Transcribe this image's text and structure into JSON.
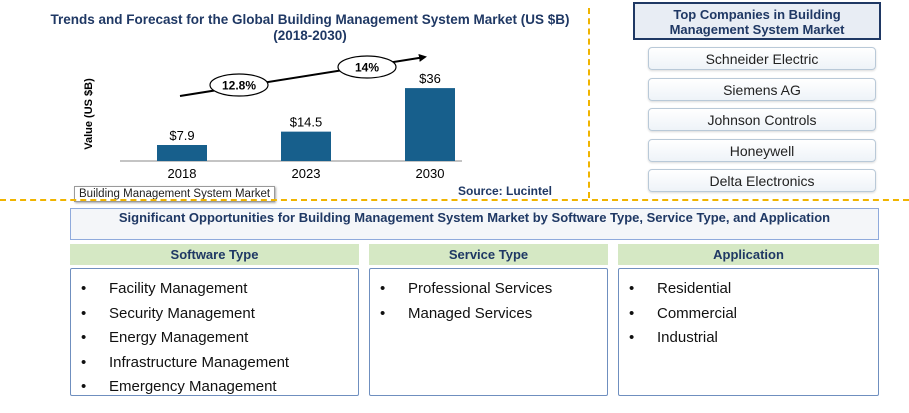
{
  "chart_data": {
    "type": "bar",
    "title": "Trends and Forecast for the Global Building Management System Market (US $B) (2018-2030)",
    "ylabel": "Value (US $B)",
    "categories": [
      "2018",
      "2023",
      "2030"
    ],
    "values": [
      7.9,
      14.5,
      36
    ],
    "data_labels": [
      "$7.9",
      "$14.5",
      "$36"
    ],
    "cagr_labels": [
      "12.8%",
      "14%"
    ],
    "bar_color": "#175f8c",
    "ylim": [
      0,
      40
    ]
  },
  "source": "Source: Lucintel",
  "tooltip": "Building Management System Market",
  "companies": {
    "title": "Top Companies in Building Management System Market",
    "list": [
      "Schneider Electric",
      "Siemens AG",
      "Johnson Controls",
      "Honeywell",
      "Delta Electronics"
    ]
  },
  "opportunities": {
    "title": "Significant Opportunities for Building Management System Market by Software Type, Service Type, and Application",
    "columns": [
      {
        "heading": "Software Type",
        "items": [
          "Facility Management",
          "Security Management",
          "Energy Management",
          "Infrastructure Management",
          "Emergency Management"
        ]
      },
      {
        "heading": "Service Type",
        "items": [
          "Professional Services",
          "Managed Services"
        ]
      },
      {
        "heading": "Application",
        "items": [
          "Residential",
          "Commercial",
          "Industrial"
        ]
      }
    ]
  }
}
